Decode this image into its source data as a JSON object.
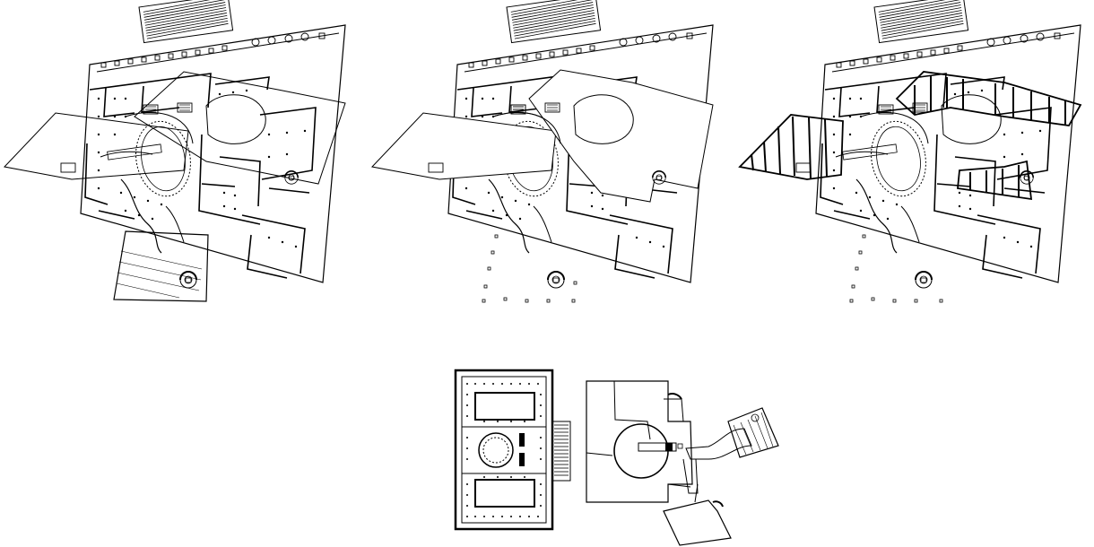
{
  "drawing": {
    "line_color": "#000000",
    "background_color": "#ffffff",
    "panels": [
      {
        "id": "plan-overlay-1",
        "hatching": "none"
      },
      {
        "id": "plan-overlay-2",
        "hatching": "none"
      },
      {
        "id": "plan-overlay-3",
        "hatching": "vertical-strips"
      },
      {
        "id": "plan-comparison",
        "hatching": "none"
      }
    ]
  }
}
